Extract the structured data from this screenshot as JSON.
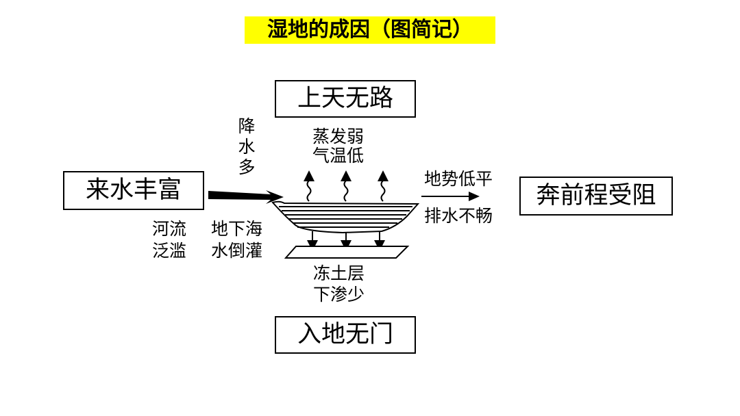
{
  "title": "湿地的成因（图简记）",
  "boxes": {
    "top": "上天无路",
    "bottom": "入地无门",
    "left": "来水丰富",
    "right": "奔前程受阻"
  },
  "labels": {
    "precipitation": "降水多",
    "evaporation_line1": "蒸发弱",
    "evaporation_line2": "气温低",
    "terrain_line1": "地势低平",
    "terrain_line2": "排水不畅",
    "river_line1": "河流",
    "river_line2": "泛滥",
    "seawater_line1": "地下海",
    "seawater_line2": "水倒灌",
    "permafrost_line1": "冻土层",
    "permafrost_line2": "下渗少"
  }
}
